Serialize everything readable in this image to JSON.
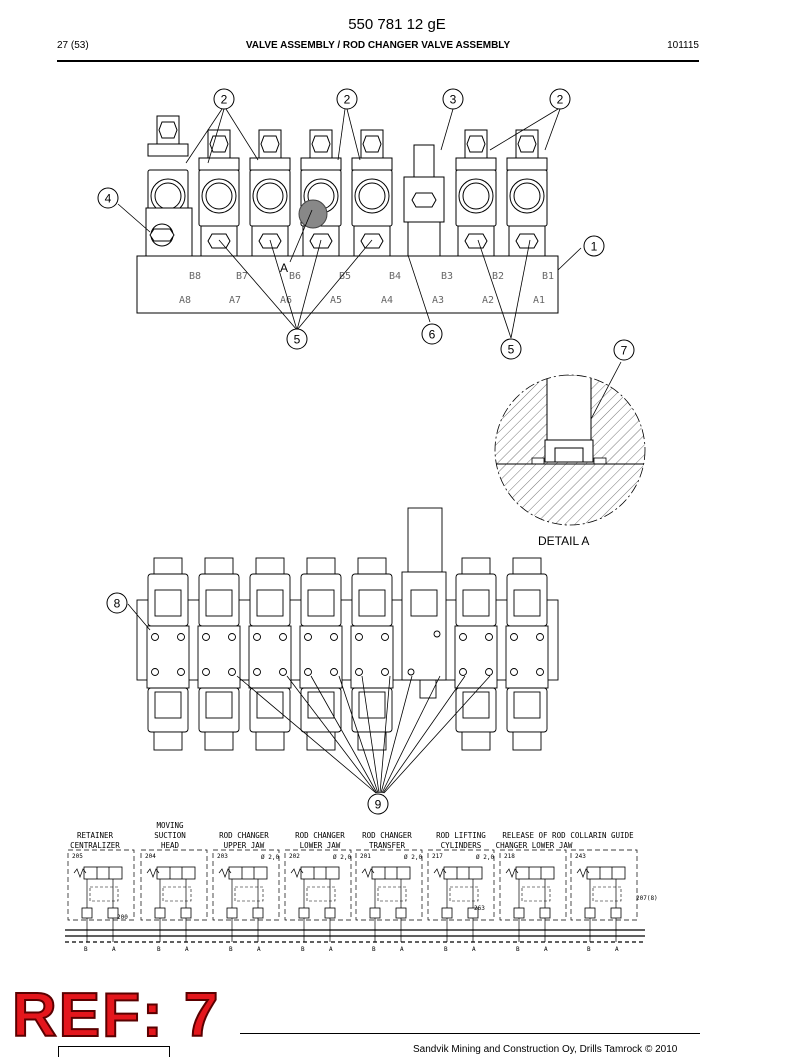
{
  "header": {
    "doc_number": "550 781 12 gE",
    "page": "27 (53)",
    "title": "VALVE ASSEMBLY / ROD CHANGER VALVE ASSEMBLY",
    "date_code": "101115"
  },
  "callouts": [
    "1",
    "2",
    "3",
    "4",
    "5",
    "6",
    "7",
    "8",
    "9"
  ],
  "valve_labels": {
    "top_row": [
      "B8",
      "B7",
      "B6",
      "B5",
      "B4",
      "B3",
      "B2",
      "B1"
    ],
    "bottom_row": [
      "A8",
      "A7",
      "A6",
      "A5",
      "A4",
      "A3",
      "A2",
      "A1"
    ],
    "section_marker": "A"
  },
  "detail_label": "DETAIL A",
  "schematic": {
    "functions": [
      {
        "line1": "RETAINER",
        "line2": "CENTRALIZER",
        "line3": "",
        "num": "205"
      },
      {
        "line1": "MOVING",
        "line2": "SUCTION",
        "line3": "HEAD",
        "num": "204"
      },
      {
        "line1": "ROD CHANGER",
        "line2": "UPPER JAW",
        "line3": "",
        "num": "203"
      },
      {
        "line1": "ROD CHANGER",
        "line2": "LOWER JAW",
        "line3": "",
        "num": "202"
      },
      {
        "line1": "ROD CHANGER",
        "line2": "TRANSFER",
        "line3": "",
        "num": "201"
      },
      {
        "line1": "ROD LIFTING",
        "line2": "CYLINDERS",
        "line3": "",
        "num": "217"
      },
      {
        "line1": "RELEASE OF ROD",
        "line2": "CHANGER LOWER JAW",
        "line3": "",
        "num": "218"
      },
      {
        "line1": "COLLARIN GUIDE",
        "line2": "",
        "line3": "",
        "num": "243"
      }
    ],
    "orifice": "Ø 2,0",
    "part_refs": {
      "p200": "200",
      "p263": "263",
      "p207": "207(8)"
    },
    "ports": {
      "b": "B",
      "a": "A"
    }
  },
  "reference": "REF: 7",
  "footer": {
    "copyright": "Sandvik Mining and Construction Oy, Drills Tamrock © 2010"
  }
}
